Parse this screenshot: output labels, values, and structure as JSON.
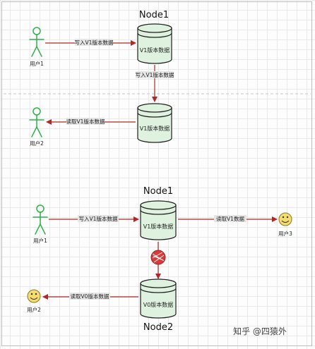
{
  "colors": {
    "edge": "#b02727",
    "user_figure": "#2fb24a",
    "database_fill": "#dff2df",
    "smiley_fill": "#f4dc6e",
    "blocked_marker": "#d73b3b"
  },
  "diagram_top": {
    "node_title": "Node1",
    "db_primary_label": "V1版本数据",
    "db_replica_label": "V1版本数据",
    "user1_label": "用户1",
    "user2_label": "用户2",
    "edge_write": "写入V1版本数据",
    "edge_replicate": "写入V1版本数据",
    "edge_read": "读取V1版本数据"
  },
  "diagram_bottom": {
    "node1_title": "Node1",
    "node2_title": "Node2",
    "db_primary_label": "V1版本数据",
    "db_replica_label": "V0版本数据",
    "user1_label": "用户1",
    "user2_label": "用户2",
    "user3_label": "用户3",
    "edge_write": "写入V1版本数据",
    "edge_read_primary": "读取V1数据",
    "edge_read_replica": "读取V0版本数据"
  },
  "watermark": "知乎 @四猿外",
  "icons": {
    "user_figure": "stick-figure-icon",
    "user_smiley": "smiley-face-icon",
    "blocked": "blocked-replication-icon",
    "database": "database-cylinder-icon"
  }
}
